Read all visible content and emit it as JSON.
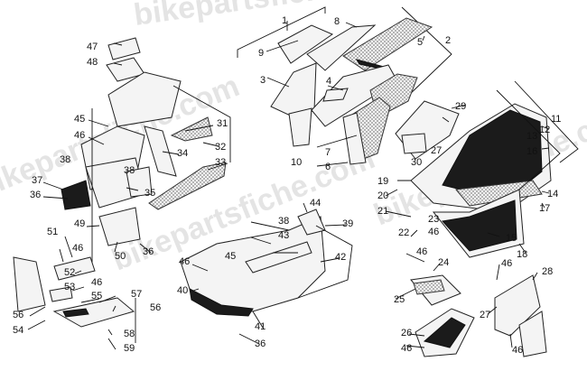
{
  "watermark": "bikepartsfiche.com",
  "callouts": [
    {
      "id": "c1",
      "text": "1"
    },
    {
      "id": "c2",
      "text": "2"
    },
    {
      "id": "c3",
      "text": "3"
    },
    {
      "id": "c4",
      "text": "4"
    },
    {
      "id": "c5",
      "text": "5"
    },
    {
      "id": "c6",
      "text": "6"
    },
    {
      "id": "c7",
      "text": "7"
    },
    {
      "id": "c8",
      "text": "8"
    },
    {
      "id": "c9",
      "text": "9"
    },
    {
      "id": "c10",
      "text": "10"
    },
    {
      "id": "c11",
      "text": "11"
    },
    {
      "id": "c12",
      "text": "12"
    },
    {
      "id": "c13",
      "text": "13"
    },
    {
      "id": "c14",
      "text": "14"
    },
    {
      "id": "c15",
      "text": "15"
    },
    {
      "id": "c16",
      "text": "16"
    },
    {
      "id": "c17",
      "text": "17"
    },
    {
      "id": "c18",
      "text": "18"
    },
    {
      "id": "c19",
      "text": "19"
    },
    {
      "id": "c20",
      "text": "20"
    },
    {
      "id": "c21",
      "text": "21"
    },
    {
      "id": "c22",
      "text": "22"
    },
    {
      "id": "c23",
      "text": "23"
    },
    {
      "id": "c24",
      "text": "24"
    },
    {
      "id": "c25",
      "text": "25"
    },
    {
      "id": "c26",
      "text": "26"
    },
    {
      "id": "c27a",
      "text": "27"
    },
    {
      "id": "c27b",
      "text": "27"
    },
    {
      "id": "c28",
      "text": "28"
    },
    {
      "id": "c29",
      "text": "29"
    },
    {
      "id": "c30",
      "text": "30"
    },
    {
      "id": "c31",
      "text": "31"
    },
    {
      "id": "c32",
      "text": "32"
    },
    {
      "id": "c33",
      "text": "33"
    },
    {
      "id": "c34",
      "text": "34"
    },
    {
      "id": "c35",
      "text": "35"
    },
    {
      "id": "c36a",
      "text": "36"
    },
    {
      "id": "c36b",
      "text": "36"
    },
    {
      "id": "c36c",
      "text": "36"
    },
    {
      "id": "c37",
      "text": "37"
    },
    {
      "id": "c38a",
      "text": "38"
    },
    {
      "id": "c38b",
      "text": "38"
    },
    {
      "id": "c38c",
      "text": "38"
    },
    {
      "id": "c39",
      "text": "39"
    },
    {
      "id": "c40",
      "text": "40"
    },
    {
      "id": "c41",
      "text": "41"
    },
    {
      "id": "c42",
      "text": "42"
    },
    {
      "id": "c43",
      "text": "43"
    },
    {
      "id": "c44",
      "text": "44"
    },
    {
      "id": "c45a",
      "text": "45"
    },
    {
      "id": "c45b",
      "text": "45"
    },
    {
      "id": "c46a",
      "text": "46"
    },
    {
      "id": "c46b",
      "text": "46"
    },
    {
      "id": "c46c",
      "text": "46"
    },
    {
      "id": "c46d",
      "text": "46"
    },
    {
      "id": "c46e",
      "text": "46"
    },
    {
      "id": "c46f",
      "text": "46"
    },
    {
      "id": "c46g",
      "text": "46"
    },
    {
      "id": "c46h",
      "text": "46"
    },
    {
      "id": "c46i",
      "text": "46"
    },
    {
      "id": "c47",
      "text": "47"
    },
    {
      "id": "c48",
      "text": "48"
    },
    {
      "id": "c49",
      "text": "49"
    },
    {
      "id": "c50",
      "text": "50"
    },
    {
      "id": "c51",
      "text": "51"
    },
    {
      "id": "c52",
      "text": "52"
    },
    {
      "id": "c53",
      "text": "53"
    },
    {
      "id": "c54",
      "text": "54"
    },
    {
      "id": "c55",
      "text": "55"
    },
    {
      "id": "c56a",
      "text": "56"
    },
    {
      "id": "c56b",
      "text": "56"
    },
    {
      "id": "c57",
      "text": "57"
    },
    {
      "id": "c58",
      "text": "58"
    },
    {
      "id": "c59",
      "text": "59"
    }
  ]
}
